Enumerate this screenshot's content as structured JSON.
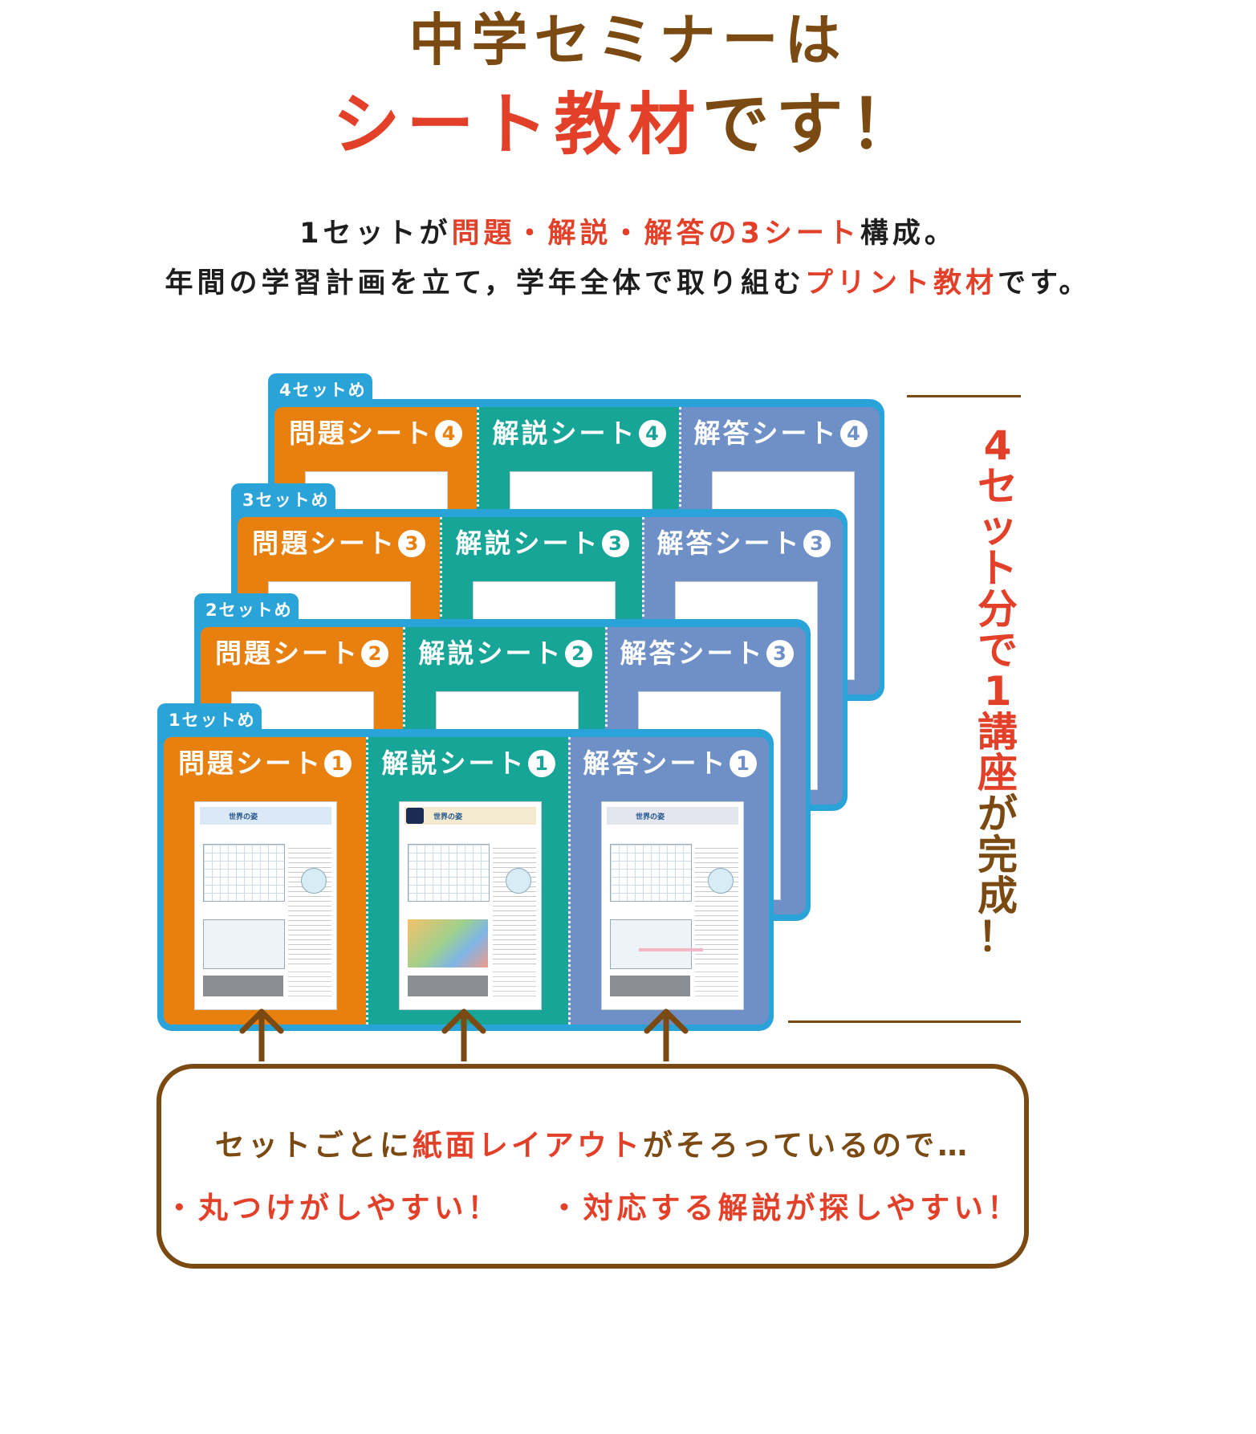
{
  "headline": {
    "line1": "中学セミナーは",
    "line2_accent": "シート教材",
    "line2_rest": "です！"
  },
  "intro": {
    "line1_a": "1セットが",
    "line1_b": "問題・解説・解答の3シート",
    "line1_c": "構成。",
    "line2_a": "年間の学習計画を立て，学年全体で取り組む",
    "line2_b": "プリント教材",
    "line2_c": "です。"
  },
  "sets": [
    {
      "tab": "4セットめ",
      "panels": [
        {
          "label": "問題シート",
          "num": "4"
        },
        {
          "label": "解説シート",
          "num": "4"
        },
        {
          "label": "解答シート",
          "num": "4"
        }
      ]
    },
    {
      "tab": "3セットめ",
      "panels": [
        {
          "label": "問題シート",
          "num": "3"
        },
        {
          "label": "解説シート",
          "num": "3"
        },
        {
          "label": "解答シート",
          "num": "3"
        }
      ]
    },
    {
      "tab": "2セットめ",
      "panels": [
        {
          "label": "問題シート",
          "num": "2"
        },
        {
          "label": "解説シート",
          "num": "2"
        },
        {
          "label": "解答シート",
          "num": "3"
        }
      ]
    },
    {
      "tab": "1セットめ",
      "panels": [
        {
          "label": "問題シート",
          "num": "1"
        },
        {
          "label": "解説シート",
          "num": "1"
        },
        {
          "label": "解答シート",
          "num": "1"
        }
      ]
    }
  ],
  "sheet_titles": {
    "mondai": "世界の姿",
    "kaisetsu": "世界の姿",
    "kaitou": "世界の姿"
  },
  "side_text": {
    "red": [
      "4",
      "セ",
      "ッ",
      "ト",
      "分",
      "で",
      "1",
      "講",
      "座"
    ],
    "brown": [
      "が",
      "完",
      "成",
      "！"
    ]
  },
  "note": {
    "line1_a": "セットごとに",
    "line1_b": "紙面レイアウト",
    "line1_c": "がそろっているので…",
    "bullet1": "・丸つけがしやすい！",
    "bullet2": "・対応する解説が探しやすい！"
  },
  "colors": {
    "brown": "#7a4a12",
    "red": "#e3402a",
    "blue_frame": "#29a3d8",
    "orange": "#e8800f",
    "teal": "#17a597",
    "periwinkle": "#6f90c6"
  }
}
